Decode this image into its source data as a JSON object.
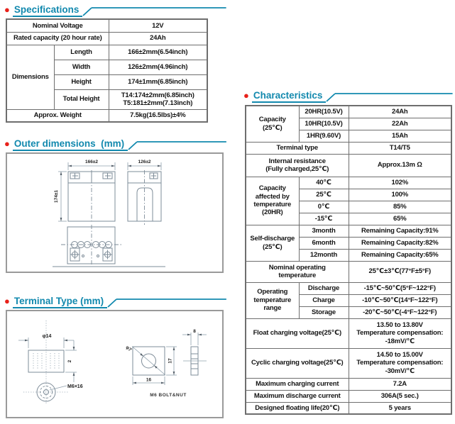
{
  "colors": {
    "accent_teal": "#1289ae",
    "bullet_red": "#e8211a",
    "table_border": "#6e6e6e",
    "drawing_stroke": "#7e8c98"
  },
  "specifications": {
    "title": "Specifications",
    "rows": {
      "nominal_voltage": {
        "label": "Nominal Voltage",
        "value": "12V"
      },
      "rated_capacity": {
        "label": "Rated capacity (20 hour rate)",
        "value": "24Ah"
      },
      "dimensions_label": "Dimensions",
      "length": {
        "label": "Length",
        "value": "166±2mm(6.54inch)"
      },
      "width": {
        "label": "Width",
        "value": "126±2mm(4.96inch)"
      },
      "height": {
        "label": "Height",
        "value": "174±1mm(6.85inch)"
      },
      "total_height": {
        "label": "Total Height",
        "value_line1": "T14:174±2mm(6.85inch)",
        "value_line2": "T5:181±2mm(7.13inch)"
      },
      "weight": {
        "label": "Approx. Weight",
        "value": "7.5kg(16.5lbs)±4%"
      }
    }
  },
  "outer_dimensions": {
    "title": "Outer dimensions  (mm)",
    "dims": {
      "front_width": "166±2",
      "front_height": "174±1",
      "side_width": "126±2"
    }
  },
  "terminal_type": {
    "title": "Terminal Type (mm)",
    "dims": {
      "diameter": "φ14",
      "height": "2",
      "bolt": "M6×16",
      "hole": "φ7",
      "width": "16",
      "side_height": "17",
      "thickness": "8"
    },
    "caption": "M6 BOLT&NUT"
  },
  "characteristics": {
    "title": "Characteristics",
    "capacity": {
      "label_line1": "Capacity",
      "label_line2": "(25℃)",
      "rows": [
        {
          "cond": "20HR(10.5V)",
          "value": "24Ah"
        },
        {
          "cond": "10HR(10.5V)",
          "value": "22Ah"
        },
        {
          "cond": "1HR(9.60V)",
          "value": "15Ah"
        }
      ]
    },
    "terminal": {
      "label": "Terminal type",
      "value": "T14/T5"
    },
    "internal_resistance": {
      "label_line1": "Internal resistance",
      "label_line2": "(Fully charged,25℃)",
      "value": "Approx.13m Ω"
    },
    "capacity_temperature": {
      "label_line1": "Capacity",
      "label_line2": "affected by",
      "label_line3": "temperature",
      "label_line4": "(20HR)",
      "rows": [
        {
          "cond": "40℃",
          "value": "102%"
        },
        {
          "cond": "25℃",
          "value": "100%"
        },
        {
          "cond": "0℃",
          "value": "85%"
        },
        {
          "cond": "-15℃",
          "value": "65%"
        }
      ]
    },
    "self_discharge": {
      "label_line1": "Self-discharge",
      "label_line2": "(25℃)",
      "rows": [
        {
          "cond": "3month",
          "value": "Remaining Capacity:91%"
        },
        {
          "cond": "6month",
          "value": "Remaining Capacity:82%"
        },
        {
          "cond": "12month",
          "value": "Remaining Capacity:65%"
        }
      ]
    },
    "nominal_operating_temperature": {
      "label_line1": "Nominal operating",
      "label_line2": "temperature",
      "value": "25℃±3℃(77°F±5°F)"
    },
    "operating_temperature_range": {
      "label_line1": "Operating",
      "label_line2": "temperature",
      "label_line3": "range",
      "rows": [
        {
          "cond": "Discharge",
          "value": "-15℃~50℃(5°F~122°F)"
        },
        {
          "cond": "Charge",
          "value": "-10℃~50℃(14°F~122°F)"
        },
        {
          "cond": "Storage",
          "value": "-20℃~50℃(-4°F~122°F)"
        }
      ]
    },
    "float_charging": {
      "label": "Float charging voltage(25℃)",
      "value_line1": "13.50 to 13.80V",
      "value_line2": "Temperature compensation:",
      "value_line3": "-18mV/℃"
    },
    "cyclic_charging": {
      "label": "Cyclic charging voltage(25℃)",
      "value_line1": "14.50 to 15.00V",
      "value_line2": "Temperature compensation:",
      "value_line3": "-30mV/℃"
    },
    "max_charging_current": {
      "label": "Maximum charging current",
      "value": "7.2A"
    },
    "max_discharge_current": {
      "label": "Maximum discharge current",
      "value": "306A(5 sec.)"
    },
    "designed_floating_life": {
      "label": "Designed floating life(20℃)",
      "value": "5 years"
    }
  }
}
